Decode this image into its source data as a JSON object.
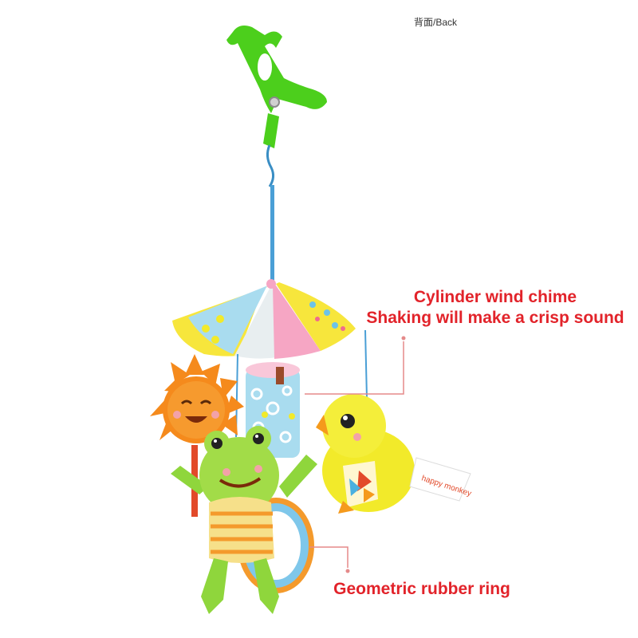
{
  "header": {
    "side_label": "背面/Back"
  },
  "callouts": {
    "chime_line1": "Cylinder wind chime",
    "chime_line2": "Shaking will make a crisp sound",
    "ring_label": "Geometric rubber ring"
  },
  "duck_tag": {
    "brand": "happy monkey"
  },
  "colors": {
    "callout_text": "#e2232a",
    "leader_line": "#e58a8a",
    "clip_green": "#4ccf1c",
    "umbrella_pink": "#f6a6c4",
    "umbrella_blue": "#a9dcef",
    "umbrella_yellow": "#f7e63c",
    "sun_orange": "#f58a1c",
    "frog_green": "#8fd63c",
    "duck_yellow": "#f2ea2a",
    "ring_blue": "#7fc7ea",
    "ring_orange": "#f49a2c"
  }
}
